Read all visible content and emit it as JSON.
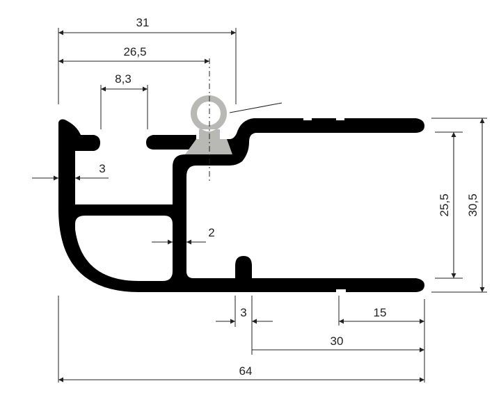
{
  "colors": {
    "profile": "#000000",
    "seal": "#b8b8b4",
    "background": "#ffffff",
    "lines": "#222222"
  },
  "dimensions": {
    "overall_width": "31",
    "center_offset": "26,5",
    "slot_width": "8,3",
    "wall_left": "3",
    "web_thickness": "2",
    "lip_width": "3",
    "end_offset": "15",
    "right_span": "30",
    "total_length": "64",
    "inner_height": "25,5",
    "outer_height": "30,5"
  }
}
